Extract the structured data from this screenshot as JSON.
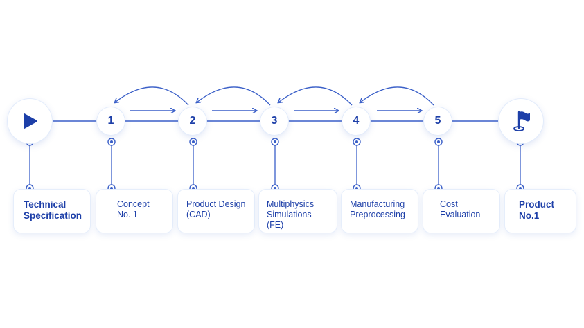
{
  "colors": {
    "accent": "#1d3fa8",
    "line": "#3a5fc8"
  },
  "start": {
    "icon": "play-icon"
  },
  "end": {
    "icon": "flag-icon"
  },
  "steps": [
    {
      "number": "1"
    },
    {
      "number": "2"
    },
    {
      "number": "3"
    },
    {
      "number": "4"
    },
    {
      "number": "5"
    }
  ],
  "cards": [
    {
      "line1": "Technical",
      "line2": "Specification"
    },
    {
      "line1": "Concept",
      "line2": "No. 1"
    },
    {
      "line1": "Product Design",
      "line2": "(CAD)"
    },
    {
      "line1": "Multiphysics",
      "line2": "Simulations (FE)"
    },
    {
      "line1": "Manufacturing",
      "line2": "Preprocessing"
    },
    {
      "line1": "Cost",
      "line2": "Evaluation"
    },
    {
      "line1": "Product",
      "line2": "No.1"
    }
  ]
}
